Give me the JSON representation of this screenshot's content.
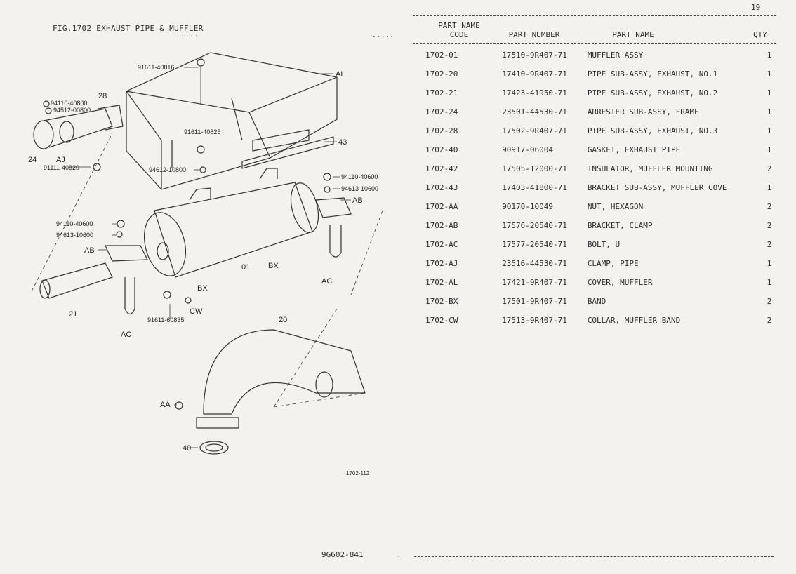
{
  "page_number": "19",
  "figure": {
    "title": "FIG.1702 EXHAUST PIPE & MUFFLER",
    "dots": ".....",
    "stray_dots": ".....",
    "ref_code": "1702-112"
  },
  "callouts": {
    "c_91611_40816": "91611-40816",
    "c_al": "AL",
    "c_28": "28",
    "c_94110_40800": "94110-40800",
    "c_94512_00800": "94512-00800",
    "c_91611_40825": "91611-40825",
    "c_43": "43",
    "c_24": "24",
    "c_aj": "AJ",
    "c_91111_40820": "91111-40820",
    "c_94612_10800": "94612-10800",
    "c_94110_40600_r": "94110-40600",
    "c_94613_10600_r": "94613-10600",
    "c_ab_r": "AB",
    "c_94110_40600_l": "94110-40600",
    "c_94613_10600_l": "94613-10600",
    "c_ab_l": "AB",
    "c_01": "01",
    "c_bx_r": "BX",
    "c_bx_l": "BX",
    "c_ac_r": "AC",
    "c_21": "21",
    "c_cw": "CW",
    "c_91611_60835": "91611-60835",
    "c_ac_l": "AC",
    "c_20": "20",
    "c_aa": "AA",
    "c_40": "40"
  },
  "table": {
    "headers": {
      "code_line1": "PART NAME",
      "code_line2": "CODE",
      "part_number": "PART NUMBER",
      "part_name": "PART NAME",
      "qty": "QTY"
    },
    "rows": [
      {
        "code": "1702-01",
        "part_number": "17510-9R407-71",
        "name": "MUFFLER ASSY",
        "qty": "1"
      },
      {
        "code": "1702-20",
        "part_number": "17410-9R407-71",
        "name": "PIPE SUB-ASSY, EXHAUST, NO.1",
        "qty": "1"
      },
      {
        "code": "1702-21",
        "part_number": "17423-41950-71",
        "name": "PIPE SUB-ASSY, EXHAUST, NO.2",
        "qty": "1"
      },
      {
        "code": "1702-24",
        "part_number": "23501-44530-71",
        "name": "ARRESTER SUB-ASSY, FRAME",
        "qty": "1"
      },
      {
        "code": "1702-28",
        "part_number": "17502-9R407-71",
        "name": "PIPE SUB-ASSY, EXHAUST, NO.3",
        "qty": "1"
      },
      {
        "code": "1702-40",
        "part_number": "90917-06004",
        "name": "GASKET, EXHAUST PIPE",
        "qty": "1"
      },
      {
        "code": "1702-42",
        "part_number": "17505-12000-71",
        "name": "INSULATOR, MUFFLER MOUNTING",
        "qty": "2"
      },
      {
        "code": "1702-43",
        "part_number": "17403-41800-71",
        "name": "BRACKET SUB-ASSY, MUFFLER COVE",
        "qty": "1"
      },
      {
        "code": "1702-AA",
        "part_number": "90170-10049",
        "name": "NUT, HEXAGON",
        "qty": "2"
      },
      {
        "code": "1702-AB",
        "part_number": "17576-20540-71",
        "name": "BRACKET, CLAMP",
        "qty": "2"
      },
      {
        "code": "1702-AC",
        "part_number": "17577-20540-71",
        "name": "BOLT, U",
        "qty": "2"
      },
      {
        "code": "1702-AJ",
        "part_number": "23516-44530-71",
        "name": "CLAMP, PIPE",
        "qty": "1"
      },
      {
        "code": "1702-AL",
        "part_number": "17421-9R407-71",
        "name": "COVER, MUFFLER",
        "qty": "1"
      },
      {
        "code": "1702-BX",
        "part_number": "17501-9R407-71",
        "name": "BAND",
        "qty": "2"
      },
      {
        "code": "1702-CW",
        "part_number": "17513-9R407-71",
        "name": "COLLAR, MUFFLER BAND",
        "qty": "2"
      }
    ]
  },
  "footer": {
    "doc_code": "9G602-841",
    "dot": "."
  }
}
